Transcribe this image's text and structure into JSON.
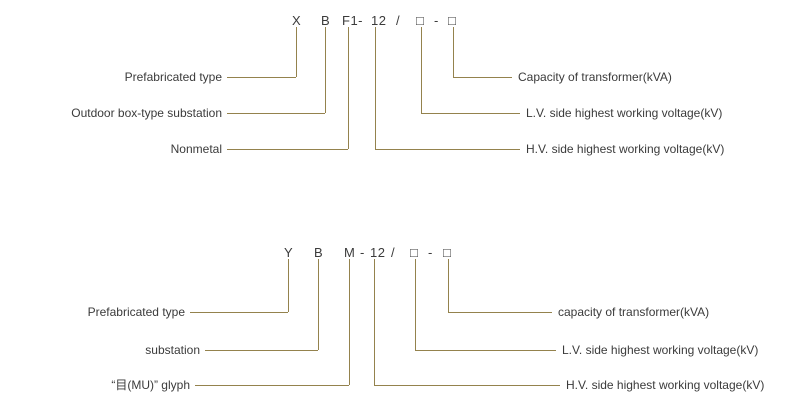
{
  "colors": {
    "line": "#94824d",
    "text": "#3b3b3b"
  },
  "top": {
    "code": [
      "X",
      "B",
      "F1-",
      "12",
      "/",
      "□",
      "-",
      "□"
    ],
    "left_labels": [
      "Prefabricated type",
      "Outdoor box-type substation",
      "Nonmetal"
    ],
    "right_labels": [
      "Capacity of transformer(kVA)",
      "L.V. side highest working voltage(kV)",
      "H.V. side highest working voltage(kV)"
    ]
  },
  "bottom": {
    "code": [
      "Y",
      "B",
      "M",
      "-",
      "12",
      "/",
      "□",
      "-",
      "□"
    ],
    "left_labels": [
      "Prefabricated type",
      "substation",
      "“目(MU)”  glyph"
    ],
    "right_labels": [
      "capacity of transformer(kVA)",
      "L.V. side highest working voltage(kV)",
      "H.V. side highest working voltage(kV)"
    ]
  }
}
